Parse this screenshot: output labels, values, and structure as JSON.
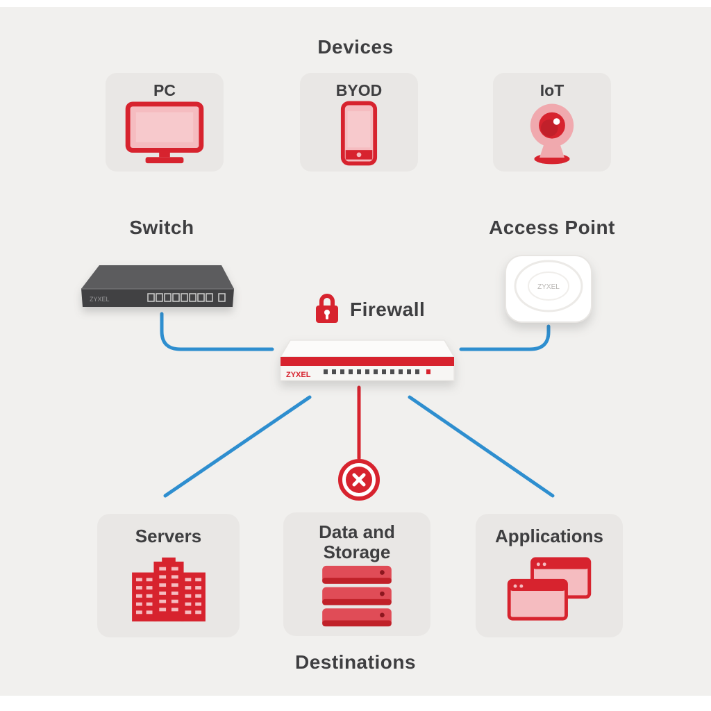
{
  "colors": {
    "accent_red": "#d7232e",
    "pink_fill": "#f5bcc0",
    "line_blue": "#2e8ecf",
    "card_bg": "#e9e7e5",
    "page_bg": "#f1f0ee",
    "text": "#3e3e40"
  },
  "devices_section": {
    "title": "Devices",
    "cards": [
      {
        "label": "PC",
        "icon": "monitor-icon"
      },
      {
        "label": "BYOD",
        "icon": "smartphone-icon"
      },
      {
        "label": "IoT",
        "icon": "webcam-icon"
      }
    ]
  },
  "network": {
    "switch_label": "Switch",
    "access_point_label": "Access Point",
    "firewall_label": "Firewall",
    "switch_brand": "ZYXEL",
    "ap_brand": "ZYXEL",
    "firewall_brand": "ZYXEL",
    "blocked_icon": "blocked-x-icon"
  },
  "destinations_section": {
    "title": "Destinations",
    "cards": [
      {
        "label": "Servers",
        "icon": "server-building-icon"
      },
      {
        "label": "Data and Storage",
        "label_lines": [
          "Data and",
          "Storage"
        ],
        "icon": "storage-stack-icon"
      },
      {
        "label": "Applications",
        "icon": "app-windows-icon"
      }
    ]
  }
}
